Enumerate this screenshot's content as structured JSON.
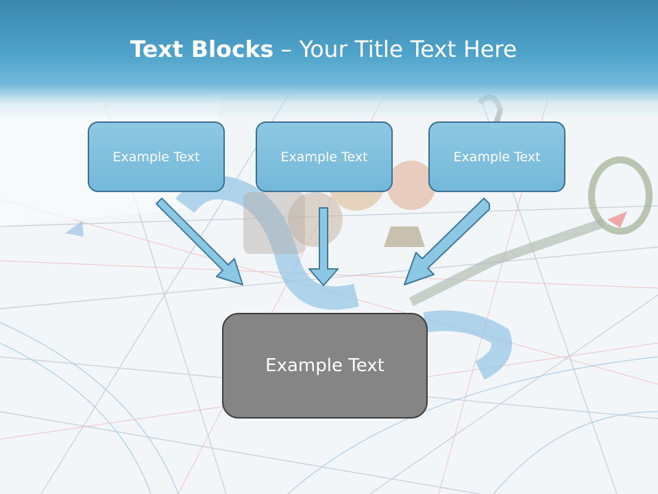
{
  "title": {
    "bold": "Text Blocks",
    "separator": " – ",
    "rest": "Your Title Text Here"
  },
  "boxes": {
    "left": "Example Text",
    "center": "Example Text",
    "right": "Example Text",
    "bottom": "Example Text"
  },
  "colors": {
    "title_band": "#4fa3cb",
    "box_fill": "#7fc0df",
    "box_border": "#3a6f8f",
    "bottom_fill": "#858585",
    "bottom_border": "#3e3e3e",
    "arrow_fill": "#8cc7e3",
    "arrow_stroke": "#3f7a9c"
  }
}
